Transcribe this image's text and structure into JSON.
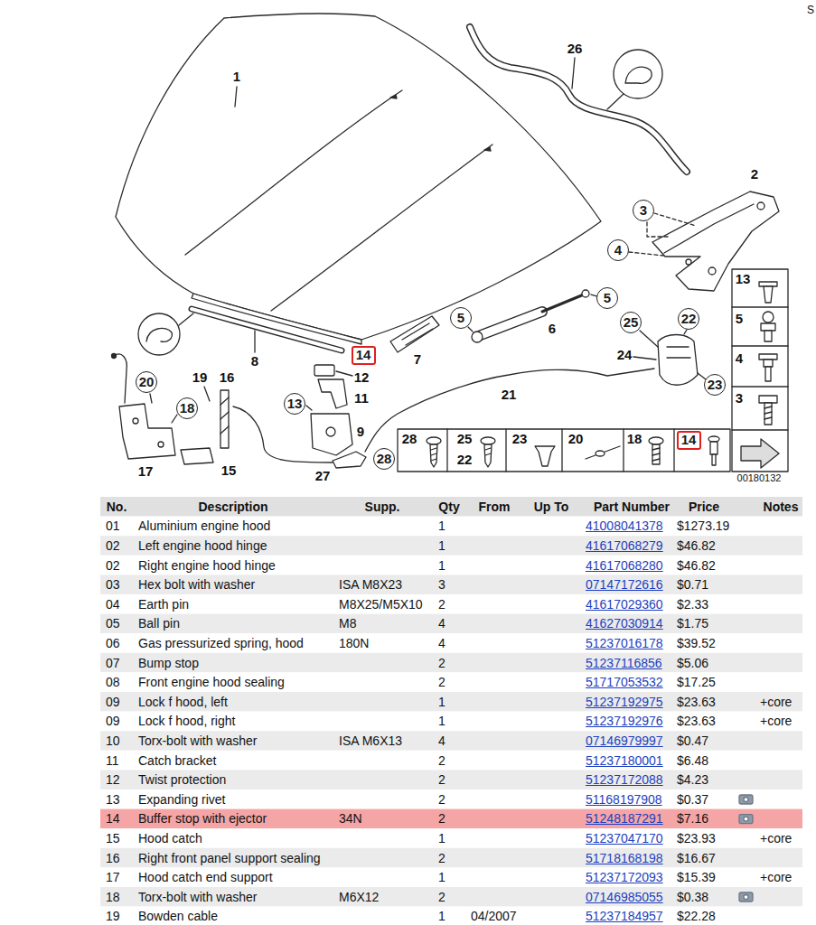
{
  "diagram": {
    "nodes": [
      {
        "text": [
          "3"
        ]
      },
      {
        "text": [
          "4"
        ]
      },
      {
        "text": [
          "5"
        ]
      },
      {
        "text": [
          "5"
        ]
      },
      {
        "text": [
          "25"
        ]
      },
      {
        "text": [
          "22"
        ]
      },
      {
        "text": [
          "14"
        ]
      },
      {
        "text": [
          "20"
        ]
      },
      {
        "text": [
          "23"
        ]
      },
      {
        "text": [
          "13"
        ]
      },
      {
        "text": [
          "18"
        ]
      },
      {
        "text": [
          "14"
        ]
      },
      {
        "text": [
          "28"
        ]
      }
    ],
    "labels": [
      "S",
      "26",
      "1",
      "2",
      "13",
      "5",
      "6",
      "24",
      "4",
      "7",
      "8",
      "12",
      "19",
      "16",
      "21",
      "11",
      "3",
      "9",
      "28",
      "25",
      "23",
      "20",
      "18",
      "22",
      "17",
      "15",
      "27",
      "00180132",
      "No.",
      "Description",
      "Supp.",
      "Qty",
      "From",
      "Up To",
      "Part Number",
      "Price",
      "Notes",
      "01",
      "Aluminium engine hood",
      "1",
      "41008041378",
      "$1273.19",
      "02",
      "Left engine hood hinge",
      "1",
      "41617068279",
      "$46.82",
      "02",
      "Right engine hood hinge",
      "1",
      "41617068280",
      "$46.82",
      "03",
      "Hex bolt with washer",
      "ISA M8X23",
      "3",
      "07147172616",
      "$0.71",
      "04",
      "Earth pin",
      "M8X25/M5X10",
      "2",
      "41617029360",
      "$2.33",
      "05",
      "Ball pin",
      "M8",
      "4",
      "41627030914",
      "$1.75",
      "06",
      "Gas pressurized spring, hood",
      "180N",
      "4",
      "51237016178",
      "$39.52",
      "07",
      "Bump stop",
      "2",
      "51237116856",
      "$5.06",
      "08",
      "Front engine hood sealing",
      "2",
      "51717053532",
      "$17.25",
      "09",
      "Lock f hood, left",
      "1",
      "51237192975",
      "$23.63",
      "+core",
      "09",
      "Lock f hood, right",
      "1",
      "51237192976",
      "$23.63",
      "+core",
      "10",
      "Torx-bolt with washer",
      "ISA M6X13",
      "4",
      "07146979997",
      "$0.47",
      "11",
      "Catch bracket",
      "2",
      "51237180001",
      "$6.48",
      "12",
      "Twist protection",
      "2",
      "51237172088",
      "$4.23",
      "13",
      "Expanding rivet",
      "2",
      "51168197908",
      "$0.37",
      "14",
      "Buffer stop with ejector",
      "34N",
      "2",
      "51248187291",
      "$7.16",
      "15",
      "Hood catch",
      "1",
      "51237047170",
      "$23.93",
      "+core",
      "16",
      "Right front panel support sealing",
      "2",
      "51718168198",
      "$16.67",
      "17",
      "Hood catch end support",
      "1",
      "51237172093",
      "$15.39",
      "+core",
      "18",
      "Torx-bolt with washer",
      "M6X12",
      "2",
      "07146985055",
      "$0.38",
      "19",
      "Bowden cable",
      "1",
      "04/2007",
      "51237184957",
      "$22.28"
    ]
  }
}
